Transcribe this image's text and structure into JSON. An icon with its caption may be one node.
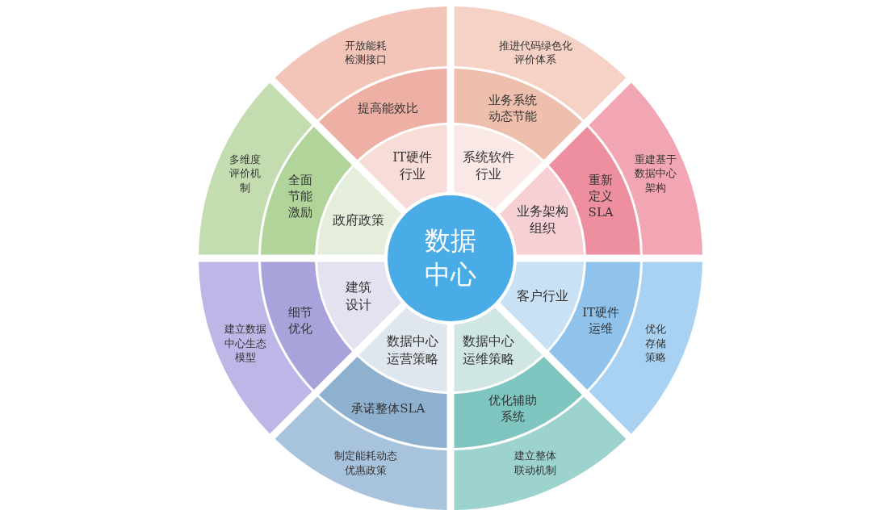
{
  "diagram": {
    "nodes": [
      {
        "text": [
          "数据中心"
        ]
      },
      {
        "text": [
          "IT硬件行业"
        ]
      },
      {
        "text": [
          "提高能效比"
        ]
      },
      {
        "text": [
          "开放能耗检测接口"
        ]
      },
      {
        "text": [
          "系统软件行业"
        ]
      },
      {
        "text": [
          "业务系统动态节能"
        ]
      },
      {
        "text": [
          "推进代码绿色化评价体系"
        ]
      },
      {
        "text": [
          "业务架构组织"
        ]
      },
      {
        "text": [
          "重新定义SLA"
        ]
      },
      {
        "text": [
          "重建基于数据中心架构"
        ]
      },
      {
        "text": [
          "客户行业"
        ]
      },
      {
        "text": [
          "IT硬件运维"
        ]
      },
      {
        "text": [
          "优化存储策略"
        ]
      },
      {
        "text": [
          "数据中心运维策略"
        ]
      },
      {
        "text": [
          "优化辅助系统"
        ]
      },
      {
        "text": [
          "建立整体联动机制"
        ]
      },
      {
        "text": [
          "数据中心运营策略"
        ]
      },
      {
        "text": [
          "承诺整体SLA"
        ]
      },
      {
        "text": [
          "制定能耗动态优惠政策"
        ]
      },
      {
        "text": [
          "建筑设计"
        ]
      },
      {
        "text": [
          "细节优化"
        ]
      },
      {
        "text": [
          "建立数据中心生态模型"
        ]
      },
      {
        "text": [
          "政府政策"
        ]
      },
      {
        "text": [
          "全面节能激励"
        ]
      },
      {
        "text": [
          "多维度评价机制"
        ]
      }
    ]
  }
}
